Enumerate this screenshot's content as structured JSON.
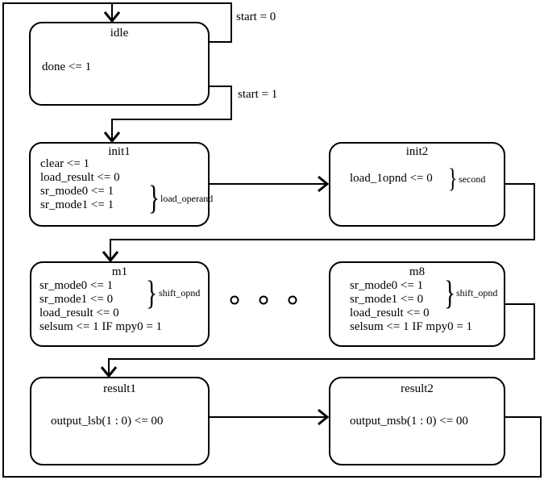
{
  "colors": {
    "line": "#000000",
    "background": "#ffffff"
  },
  "transitions": {
    "start0_label": "start = 0",
    "start1_label": "start = 1"
  },
  "states": {
    "idle": {
      "title": "idle",
      "lines": [
        "done <= 1"
      ]
    },
    "init1": {
      "title": "init1",
      "lines": [
        "clear <= 1",
        "load_result <= 0",
        "sr_mode0 <= 1",
        "sr_mode1 <= 1"
      ],
      "annotation": {
        "brace": "}",
        "label": "load_operand"
      }
    },
    "init2": {
      "title": "init2",
      "lines": [
        "load_1opnd <= 0"
      ],
      "annotation": {
        "brace": "}",
        "label": "second"
      }
    },
    "m1": {
      "title": "m1",
      "lines": [
        "sr_mode0 <= 1",
        "sr_mode1 <= 0",
        "load_result <= 0",
        "selsum <= 1 IF mpy0 = 1"
      ],
      "annotation": {
        "brace": "}",
        "label": "shift_opnd"
      }
    },
    "m8": {
      "title": "m8",
      "lines": [
        "sr_mode0 <= 1",
        "sr_mode1 <= 0",
        "load_result <= 0",
        "selsum <= 1 IF mpy0 = 1"
      ],
      "annotation": {
        "brace": "}",
        "label": "shift_opnd"
      }
    },
    "result1": {
      "title": "result1",
      "lines": [
        "output_lsb(1 : 0) <= 00"
      ]
    },
    "result2": {
      "title": "result2",
      "lines": [
        "output_msb(1 : 0) <= 00"
      ]
    }
  }
}
